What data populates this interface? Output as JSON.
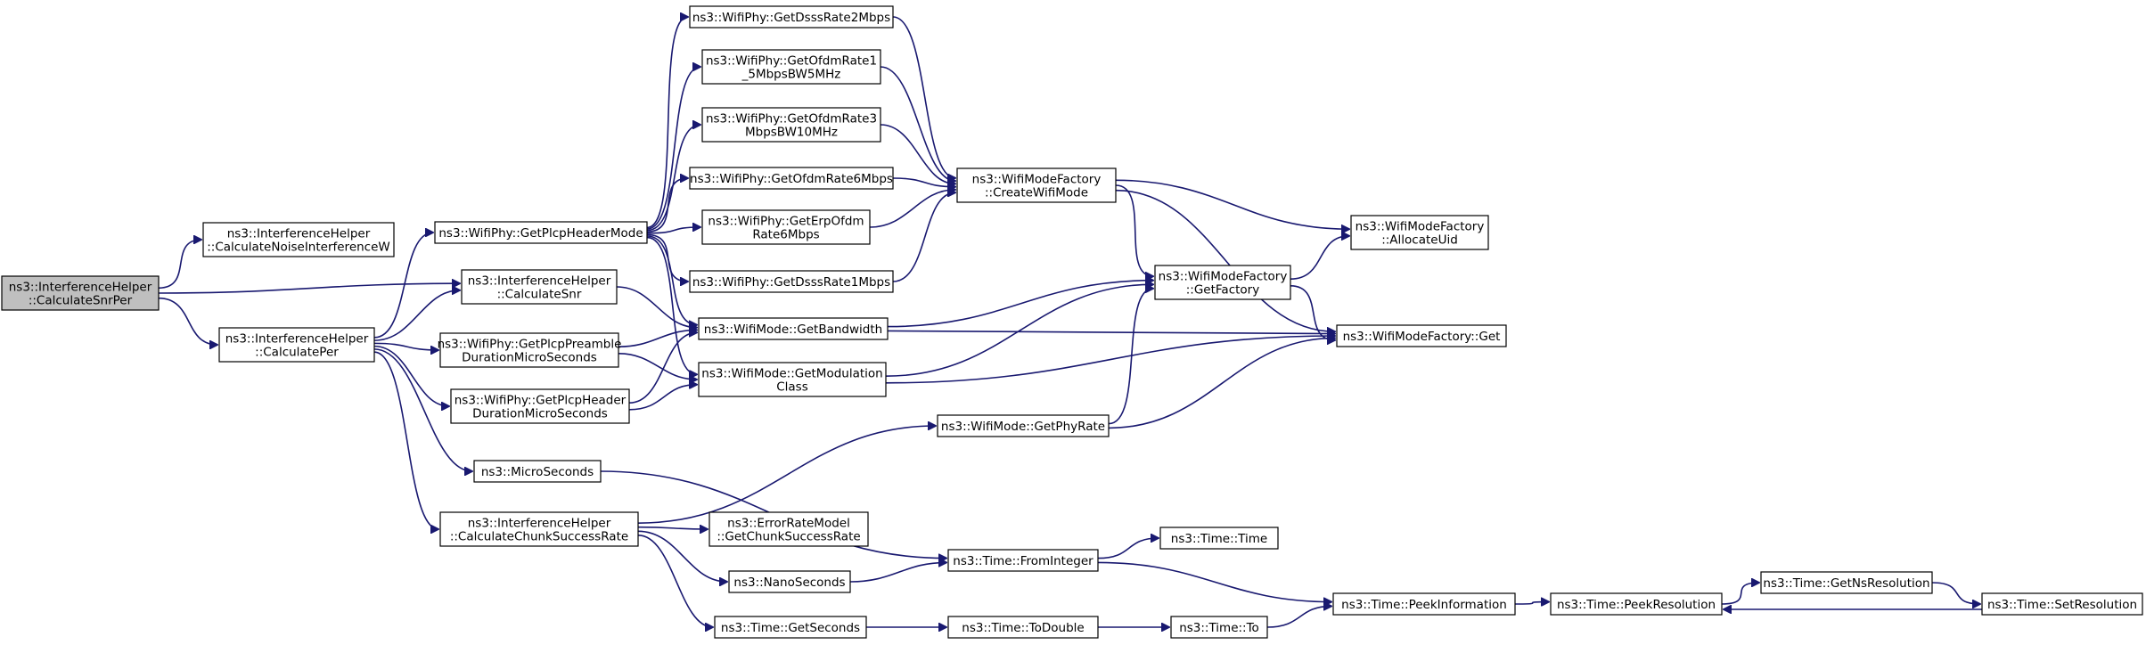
{
  "colors": {
    "edge": "#191970",
    "root_fill": "#bfbfbf",
    "node_fill": "#ffffff",
    "node_border": "#000000"
  },
  "nodes": {
    "root": [
      "ns3::InterferenceHelper",
      "::CalculateSnrPer"
    ],
    "calcNoise": [
      "ns3::InterferenceHelper",
      "::CalculateNoiseInterferenceW"
    ],
    "calcSnr": [
      "ns3::InterferenceHelper",
      "::CalculateSnr"
    ],
    "calcPer": [
      "ns3::InterferenceHelper",
      "::CalculatePer"
    ],
    "plcpHeaderMode": [
      "ns3::WifiPhy::GetPlcpHeaderMode"
    ],
    "plcpPreamble": [
      "ns3::WifiPhy::GetPlcpPreamble",
      "DurationMicroSeconds"
    ],
    "plcpHeaderDur": [
      "ns3::WifiPhy::GetPlcpHeader",
      "DurationMicroSeconds"
    ],
    "microSeconds": [
      "ns3::MicroSeconds"
    ],
    "chunkRate": [
      "ns3::InterferenceHelper",
      "::CalculateChunkSuccessRate"
    ],
    "dsss2": [
      "ns3::WifiPhy::GetDsssRate2Mbps"
    ],
    "ofdm15": [
      "ns3::WifiPhy::GetOfdmRate1",
      "_5MbpsBW5MHz"
    ],
    "ofdm3": [
      "ns3::WifiPhy::GetOfdmRate3",
      "MbpsBW10MHz"
    ],
    "ofdm6": [
      "ns3::WifiPhy::GetOfdmRate6Mbps"
    ],
    "erp6": [
      "ns3::WifiPhy::GetErpOfdm",
      "Rate6Mbps"
    ],
    "dsss1": [
      "ns3::WifiPhy::GetDsssRate1Mbps"
    ],
    "bandwidth": [
      "ns3::WifiMode::GetBandwidth"
    ],
    "modClass": [
      "ns3::WifiMode::GetModulation",
      "Class"
    ],
    "errChunk": [
      "ns3::ErrorRateModel",
      "::GetChunkSuccessRate"
    ],
    "nanoSeconds": [
      "ns3::NanoSeconds"
    ],
    "getSeconds": [
      "ns3::Time::GetSeconds"
    ],
    "createWifiMode": [
      "ns3::WifiModeFactory",
      "::CreateWifiMode"
    ],
    "getPhyRate": [
      "ns3::WifiMode::GetPhyRate"
    ],
    "fromInteger": [
      "ns3::Time::FromInteger"
    ],
    "toDouble": [
      "ns3::Time::ToDouble"
    ],
    "getFactory": [
      "ns3::WifiModeFactory",
      "::GetFactory"
    ],
    "timeTime": [
      "ns3::Time::Time"
    ],
    "timeTo": [
      "ns3::Time::To"
    ],
    "allocateUid": [
      "ns3::WifiModeFactory",
      "::AllocateUid"
    ],
    "factoryGet": [
      "ns3::WifiModeFactory::Get"
    ],
    "peekInfo": [
      "ns3::Time::PeekInformation"
    ],
    "peekRes": [
      "ns3::Time::PeekResolution"
    ],
    "getNsRes": [
      "ns3::Time::GetNsResolution"
    ],
    "setRes": [
      "ns3::Time::SetResolution"
    ]
  },
  "edges": [
    [
      "root",
      "calcNoise"
    ],
    [
      "root",
      "calcSnr"
    ],
    [
      "root",
      "calcPer"
    ],
    [
      "calcPer",
      "plcpHeaderMode"
    ],
    [
      "calcPer",
      "calcSnr"
    ],
    [
      "calcPer",
      "plcpPreamble"
    ],
    [
      "calcPer",
      "plcpHeaderDur"
    ],
    [
      "calcPer",
      "microSeconds"
    ],
    [
      "calcPer",
      "chunkRate"
    ],
    [
      "plcpHeaderMode",
      "dsss2"
    ],
    [
      "plcpHeaderMode",
      "ofdm15"
    ],
    [
      "plcpHeaderMode",
      "ofdm3"
    ],
    [
      "plcpHeaderMode",
      "ofdm6"
    ],
    [
      "plcpHeaderMode",
      "erp6"
    ],
    [
      "plcpHeaderMode",
      "dsss1"
    ],
    [
      "plcpHeaderMode",
      "bandwidth"
    ],
    [
      "plcpHeaderMode",
      "modClass"
    ],
    [
      "calcSnr",
      "bandwidth"
    ],
    [
      "plcpPreamble",
      "bandwidth"
    ],
    [
      "plcpPreamble",
      "modClass"
    ],
    [
      "plcpHeaderDur",
      "bandwidth"
    ],
    [
      "plcpHeaderDur",
      "modClass"
    ],
    [
      "microSeconds",
      "fromInteger"
    ],
    [
      "chunkRate",
      "getPhyRate"
    ],
    [
      "chunkRate",
      "errChunk"
    ],
    [
      "chunkRate",
      "nanoSeconds"
    ],
    [
      "chunkRate",
      "getSeconds"
    ],
    [
      "dsss2",
      "createWifiMode"
    ],
    [
      "ofdm15",
      "createWifiMode"
    ],
    [
      "ofdm3",
      "createWifiMode"
    ],
    [
      "ofdm6",
      "createWifiMode"
    ],
    [
      "erp6",
      "createWifiMode"
    ],
    [
      "dsss1",
      "createWifiMode"
    ],
    [
      "createWifiMode",
      "allocateUid"
    ],
    [
      "createWifiMode",
      "getFactory"
    ],
    [
      "createWifiMode",
      "factoryGet"
    ],
    [
      "bandwidth",
      "getFactory"
    ],
    [
      "bandwidth",
      "factoryGet"
    ],
    [
      "modClass",
      "getFactory"
    ],
    [
      "modClass",
      "factoryGet"
    ],
    [
      "getPhyRate",
      "getFactory"
    ],
    [
      "getPhyRate",
      "factoryGet"
    ],
    [
      "getFactory",
      "allocateUid"
    ],
    [
      "getFactory",
      "factoryGet"
    ],
    [
      "nanoSeconds",
      "fromInteger"
    ],
    [
      "getSeconds",
      "toDouble"
    ],
    [
      "fromInteger",
      "timeTime"
    ],
    [
      "fromInteger",
      "peekInfo"
    ],
    [
      "toDouble",
      "timeTo"
    ],
    [
      "timeTo",
      "peekInfo"
    ],
    [
      "peekInfo",
      "peekRes"
    ],
    [
      "peekRes",
      "getNsRes"
    ],
    [
      "getNsRes",
      "setRes"
    ],
    [
      "setRes",
      "peekRes"
    ]
  ]
}
